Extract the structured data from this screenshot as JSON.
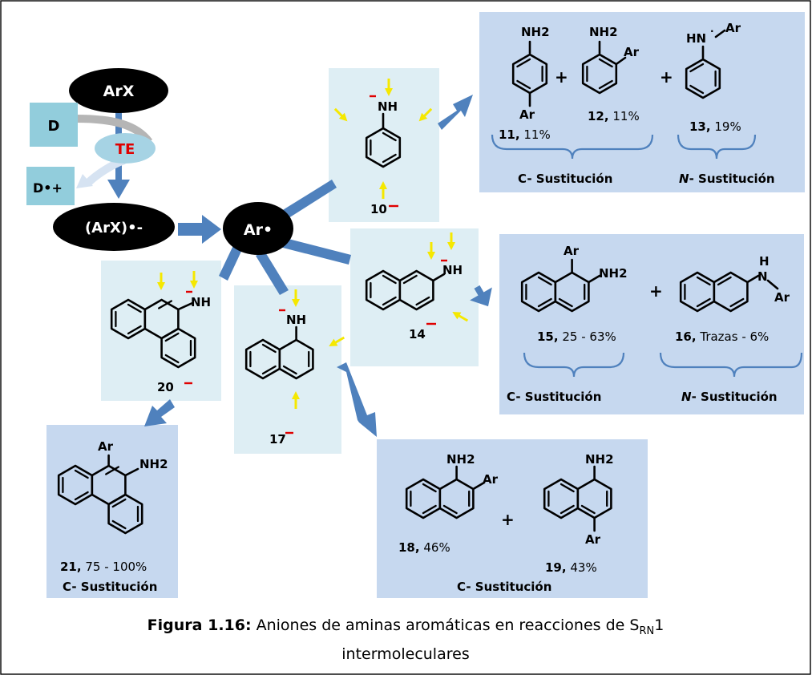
{
  "mechanism": {
    "arx": "ArX",
    "donor": "D",
    "te": "TE",
    "radical_cation": "D•+",
    "radical_anion": "(ArX)•-",
    "aryl_radical": "Ar•"
  },
  "atoms": {
    "nh": "NH",
    "nh2": "NH2",
    "hn": "HN",
    "ar": "Ar",
    "n": "N",
    "h": "H"
  },
  "anions": {
    "a10": "10",
    "a14": "14",
    "a17": "17",
    "a20": "20"
  },
  "products": {
    "p11": {
      "num": "11,",
      "yield": "11%"
    },
    "p12": {
      "num": "12,",
      "yield": "11%"
    },
    "p13": {
      "num": "13,",
      "yield": "19%"
    },
    "p15": {
      "num": "15,",
      "yield": "25 - 63%"
    },
    "p16": {
      "num": "16,",
      "yield": "Trazas - 6%"
    },
    "p18": {
      "num": "18,",
      "yield": "46%"
    },
    "p19": {
      "num": "19,",
      "yield": "43%"
    },
    "p21": {
      "num": "21,",
      "yield": "75 - 100%"
    }
  },
  "labels": {
    "c_sub": "C- Sustitución",
    "n_prefix": "N",
    "n_suffix": "- Sustitución",
    "plus": "+"
  },
  "caption": {
    "bold": "Figura 1.16:",
    "text1": " Aniones de aminas aromáticas en reacciones de S",
    "sub": "RN",
    "text2": "1",
    "line2": "intermoleculares"
  },
  "colors": {
    "panel_light": "#deeef4",
    "panel_blue": "#c6d8ef",
    "arrow_blue": "#4f81bd",
    "te_fill": "#a6d3e4",
    "donor_box": "#92cddc",
    "highlight_yellow": "#f5e800",
    "charge_red": "#e00000"
  }
}
